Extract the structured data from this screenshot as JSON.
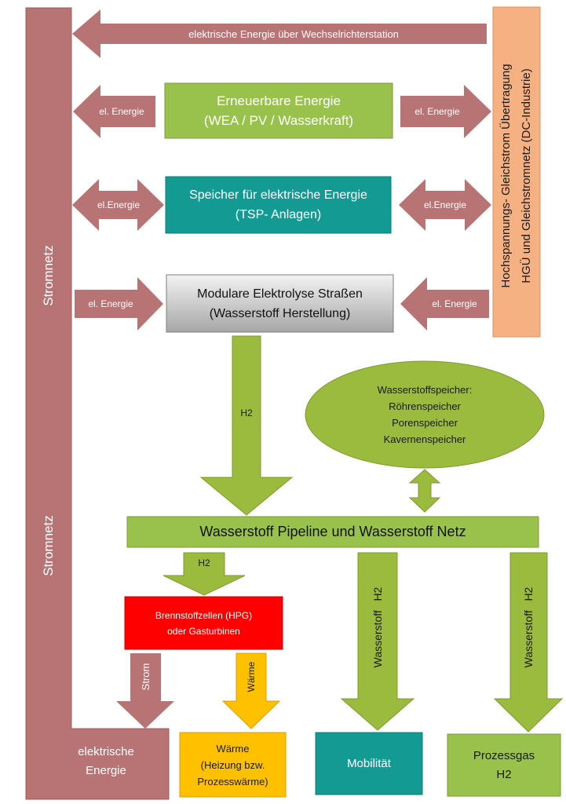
{
  "colors": {
    "grid_red": "#b87474",
    "green": "#9bbb3e",
    "green_box": "#99c24d",
    "teal": "#139a93",
    "gray_top": "#f2f2f2",
    "gray_bottom": "#a6a6a6",
    "orange": "#f6b183",
    "red": "#ff0000",
    "amber": "#ffc000",
    "arrow_red": "#b87474"
  },
  "stromnetz": {
    "label_top": "Stromnetz",
    "label_bottom": "Stromnetz"
  },
  "top_arrow": {
    "label": "elektrische Energie über Wechselrichterstation"
  },
  "hgu": {
    "line1": "Hochspannungs- Gleichstrom Übertragung",
    "line2": "HGÜ und Gleichstromnetz (DC-Industrie)"
  },
  "renewable": {
    "line1": "Erneuerbare Energie",
    "line2": "(WEA / PV / Wasserkraft)",
    "arrow_left": "el. Energie",
    "arrow_right": "el. Energie"
  },
  "storage": {
    "line1": "Speicher für elektrische Energie",
    "line2": "(TSP- Anlagen)",
    "arrow_left": "el.Energie",
    "arrow_right": "el.Energie"
  },
  "electrolysis": {
    "line1": "Modulare Elektrolyse Straßen",
    "line2": "(Wasserstoff Herstellung)",
    "arrow_left": "el. Energie",
    "arrow_right": "el. Energie"
  },
  "h2_down": {
    "label": "H2"
  },
  "h2_storage": {
    "line1": "Wasserstoffspeicher:",
    "line2": "Röhrenspeicher",
    "line3": "Porenspeicher",
    "line4": "Kavernenspeicher"
  },
  "pipeline": {
    "label": "Wasserstoff Pipeline und Wasserstoff Netz"
  },
  "h2_fuel": {
    "label": "H2"
  },
  "fuelcell": {
    "line1": "Brennstoffzellen (HPG)",
    "line2": "oder Gasturbinen"
  },
  "strom_arrow": {
    "label": "Strom"
  },
  "waerme_arrow": {
    "label": "Wärme"
  },
  "mobil_arrow": {
    "label": "Wasserstoff   H2"
  },
  "prozess_arrow": {
    "label": "Wasserstoff   H2"
  },
  "outputs": {
    "elec_line1": "elektrische",
    "elec_line2": "Energie",
    "waerme_line1": "Wärme",
    "waerme_line2": "(Heizung bzw.",
    "waerme_line3": "Prozesswärme)",
    "mobil": "Mobilität",
    "prozess_line1": "Prozessgas",
    "prozess_line2": "H2"
  }
}
